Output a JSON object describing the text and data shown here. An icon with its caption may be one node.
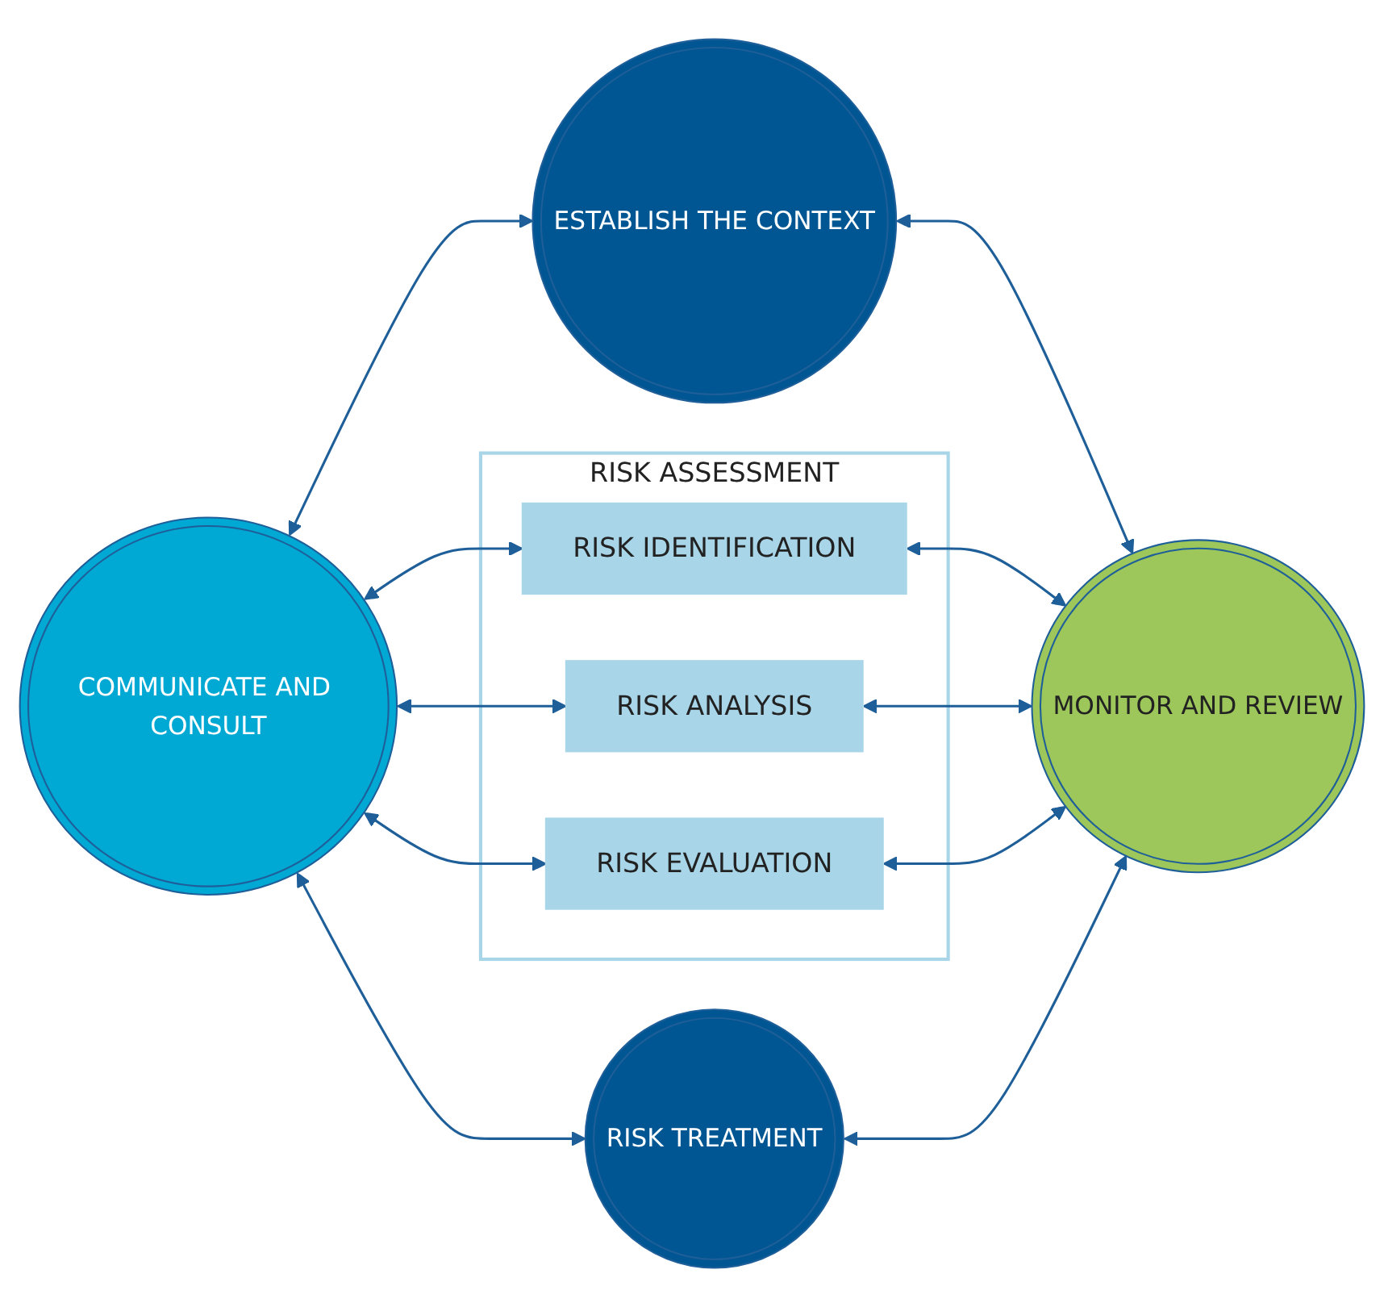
{
  "diagram": {
    "nodes": [
      {
        "text": [
          "COMMUNICATE AND CONSULT"
        ]
      },
      {
        "text": [
          "ESTABLISH THE CONTEXT"
        ]
      },
      {
        "text": [
          "MONITOR AND REVIEW"
        ]
      },
      {
        "text": [
          "RISK ASSESSMENT"
        ]
      },
      {
        "text": [
          "RISK IDENTIFICATION"
        ],
        "in": 3
      },
      {
        "text": [
          "RISK ANALYSIS"
        ],
        "in": 3
      },
      {
        "text": [
          "RISK EVALUATION"
        ],
        "in": 3
      },
      {
        "text": [
          "RISK TREATMENT"
        ]
      }
    ],
    "edges": [
      {
        "from": 0,
        "to": 1,
        "arrow": "both"
      },
      {
        "from": 1,
        "to": 2,
        "arrow": "both"
      },
      {
        "from": 0,
        "to": 4,
        "arrow": "both"
      },
      {
        "from": 0,
        "to": 5,
        "arrow": "both"
      },
      {
        "from": 0,
        "to": 6,
        "arrow": "both"
      },
      {
        "from": 4,
        "to": 2,
        "arrow": "both"
      },
      {
        "from": 5,
        "to": 2,
        "arrow": "both"
      },
      {
        "from": 6,
        "to": 2,
        "arrow": "both"
      },
      {
        "from": 0,
        "to": 7,
        "arrow": "both"
      },
      {
        "from": 7,
        "to": 2,
        "arrow": "both"
      }
    ]
  }
}
